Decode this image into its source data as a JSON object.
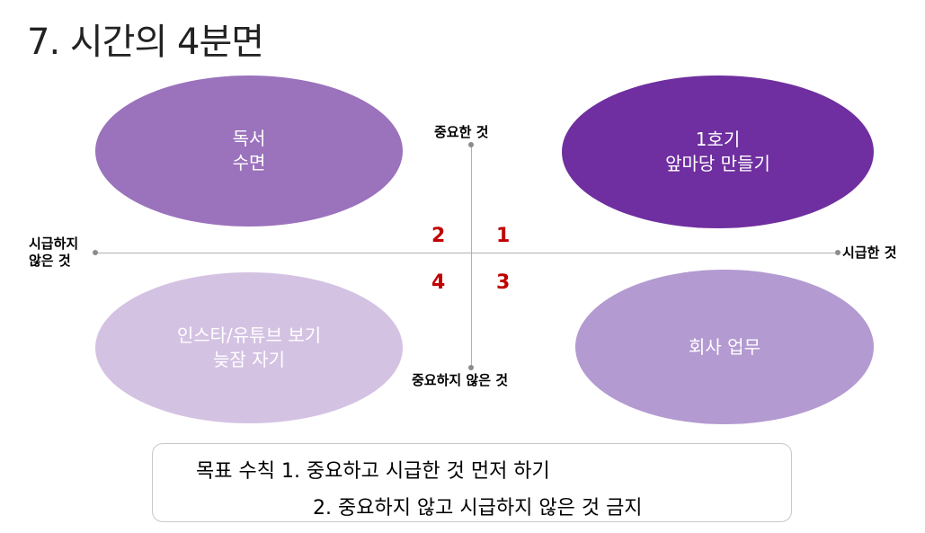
{
  "title": "7. 시간의 4분면",
  "axes": {
    "top": "중요한 것",
    "bottom": "중요하지 않은 것",
    "left": [
      "시급하지",
      "않은 것"
    ],
    "right": "시급한 것"
  },
  "quadrants": {
    "top_left": {
      "number": "2",
      "lines": [
        "독서",
        "수면"
      ]
    },
    "top_right": {
      "number": "1",
      "lines": [
        "1호기",
        "앞마당 만들기"
      ]
    },
    "bottom_left": {
      "number": "4",
      "lines": [
        "인스타/유튜브 보기",
        "늦잠 자기"
      ]
    },
    "bottom_right": {
      "number": "3",
      "lines": [
        "회사 업무"
      ]
    }
  },
  "colors": {
    "top_left": "#9b72bc",
    "top_right": "#6f2fa0",
    "bottom_left": "#d4c2e3",
    "bottom_right": "#b39ad1",
    "quadrant_number": "#c00000"
  },
  "goal": {
    "line1": "목표 수칙 1. 중요하고 시급한 것 먼저 하기",
    "line2": "2. 중요하지 않고 시급하지 않은 것 금지"
  }
}
